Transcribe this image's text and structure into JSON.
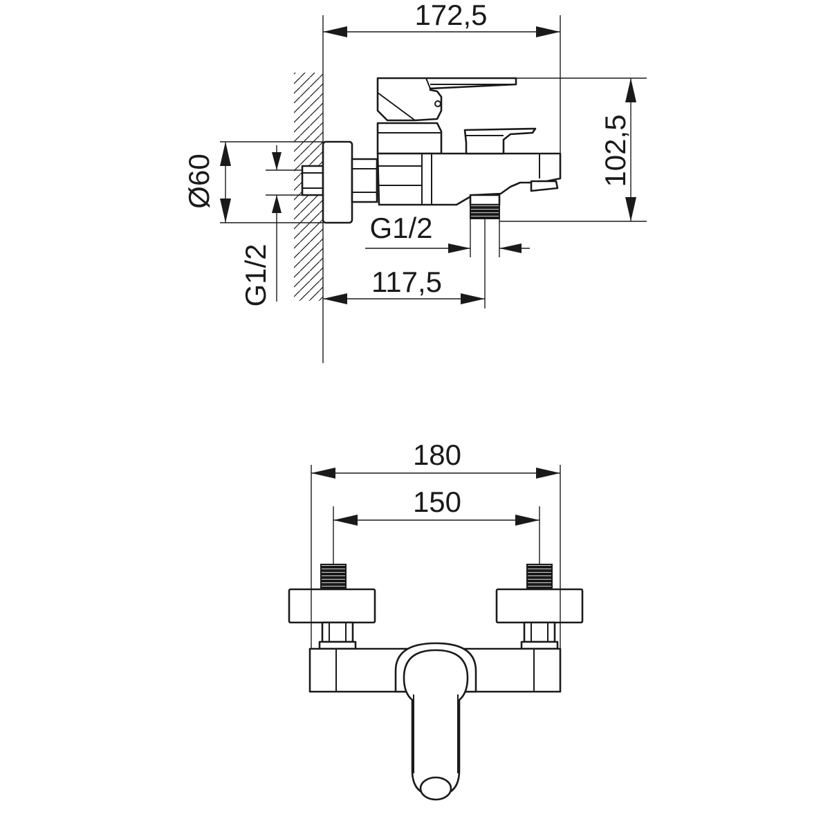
{
  "side_view": {
    "dims": {
      "overall_depth": "172,5",
      "height": "102,5",
      "flange_diameter": "Ø60",
      "wall_inlet_thread": "G1/2",
      "outlet_thread": "G1/2",
      "outlet_distance": "117,5"
    }
  },
  "front_view": {
    "dims": {
      "overall_width": "180",
      "inlet_spacing": "150"
    }
  },
  "colors": {
    "line": "#1a1a1a",
    "background": "#ffffff"
  }
}
